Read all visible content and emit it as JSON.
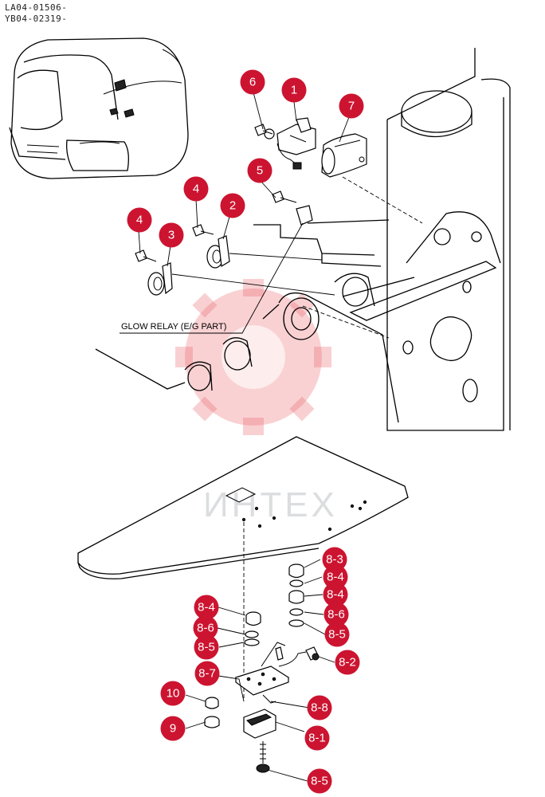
{
  "header": {
    "serial_line_1": "LA04-01506-",
    "serial_line_2": "YB04-02319-"
  },
  "annotation": {
    "glow_relay": "GLOW RELAY (E/G PART)"
  },
  "watermark": {
    "text": "ИНТЕХ"
  },
  "callouts": [
    {
      "id": "1",
      "label": "1"
    },
    {
      "id": "2",
      "label": "2"
    },
    {
      "id": "3",
      "label": "3"
    },
    {
      "id": "4a",
      "label": "4"
    },
    {
      "id": "4b",
      "label": "4"
    },
    {
      "id": "5",
      "label": "5"
    },
    {
      "id": "6",
      "label": "6"
    },
    {
      "id": "7",
      "label": "7"
    },
    {
      "id": "8-1",
      "label": "8-1"
    },
    {
      "id": "8-2",
      "label": "8-2"
    },
    {
      "id": "8-3",
      "label": "8-3"
    },
    {
      "id": "8-4a",
      "label": "8-4"
    },
    {
      "id": "8-4b",
      "label": "8-4"
    },
    {
      "id": "8-4c",
      "label": "8-4"
    },
    {
      "id": "8-5a",
      "label": "8-5"
    },
    {
      "id": "8-5b",
      "label": "8-5"
    },
    {
      "id": "8-5c",
      "label": "8-5"
    },
    {
      "id": "8-6a",
      "label": "8-6"
    },
    {
      "id": "8-6b",
      "label": "8-6"
    },
    {
      "id": "8-7",
      "label": "8-7"
    },
    {
      "id": "8-8",
      "label": "8-8"
    },
    {
      "id": "9",
      "label": "9"
    },
    {
      "id": "10",
      "label": "10"
    }
  ],
  "colors": {
    "callout": "#cc1430",
    "watermark": "#e85a62",
    "line": "#000000"
  }
}
